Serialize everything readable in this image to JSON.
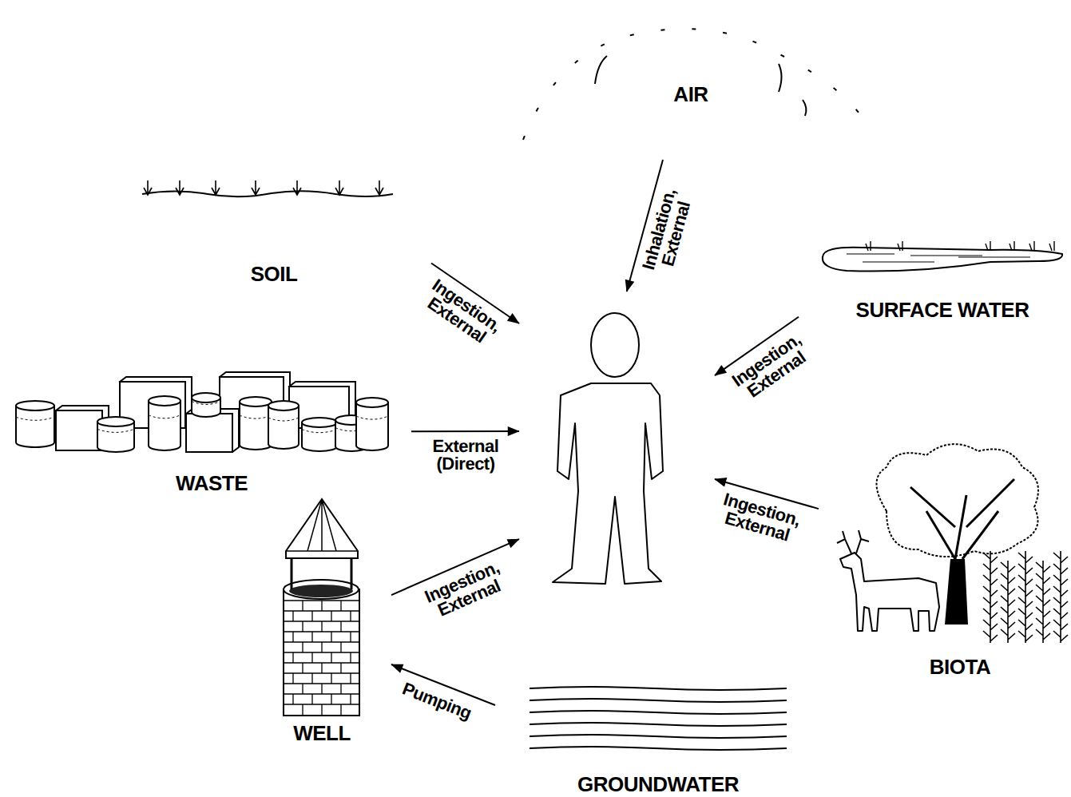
{
  "diagram": {
    "nodes": [
      {
        "text": [
          "AIR"
        ]
      },
      {
        "text": [
          "SOIL"
        ]
      },
      {
        "text": [
          "SURFACE WATER"
        ]
      },
      {
        "text": []
      },
      {
        "text": [
          "WASTE"
        ]
      },
      {
        "text": [
          "BIOTA"
        ]
      },
      {
        "text": [
          "WELL"
        ]
      },
      {
        "text": [
          "GROUNDWATER"
        ]
      }
    ],
    "edges": [
      {
        "from": 0,
        "to": 3,
        "label": "Inhalation, External",
        "arrow": "to"
      },
      {
        "from": 1,
        "to": 3,
        "label": "Ingestion, External",
        "arrow": "to"
      },
      {
        "from": 2,
        "to": 3,
        "label": "Ingestion, External",
        "arrow": "to"
      },
      {
        "from": 4,
        "to": 3,
        "label": "External (Direct)",
        "arrow": "to"
      },
      {
        "from": 5,
        "to": 3,
        "label": "Ingestion, External",
        "arrow": "to"
      },
      {
        "from": 6,
        "to": 3,
        "label": "Ingestion, External",
        "arrow": "to"
      },
      {
        "from": 7,
        "to": 6,
        "label": "Pumping",
        "arrow": "to"
      }
    ]
  }
}
